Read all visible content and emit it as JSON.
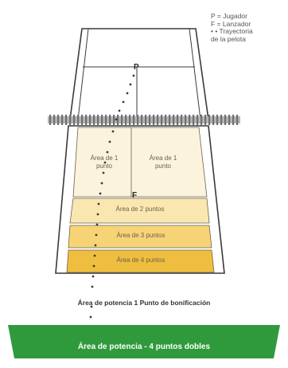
{
  "legend": {
    "jugador": "P = Jugador",
    "lanzador": "F = Lanzador",
    "trayectoria_line1": "• • Trayectoria",
    "trayectoria_line2": "de la pelota"
  },
  "markers": {
    "pitcher": "P",
    "fielder": "F"
  },
  "zones": {
    "area_left_line1": "Área de 1",
    "area_left_line2": "punto",
    "area_right_line1": "Área de 1",
    "area_right_line2": "punto",
    "area_2": "Área de 2 puntos",
    "area_3": "Área de 3 puntos",
    "area_4": "Área de 4 puntos"
  },
  "captions": {
    "bonus_area": "Área de potencia 1 Punto de bonificación",
    "power_area": "Área de potencia - 4 puntos dobles"
  },
  "colors": {
    "one_point": "#fbf3dc",
    "two_points": "#fae7b0",
    "three_points": "#f6d476",
    "four_points": "#efbe3e",
    "power_green": "#2f9a3c",
    "net_gray": "#8a8a8a"
  }
}
